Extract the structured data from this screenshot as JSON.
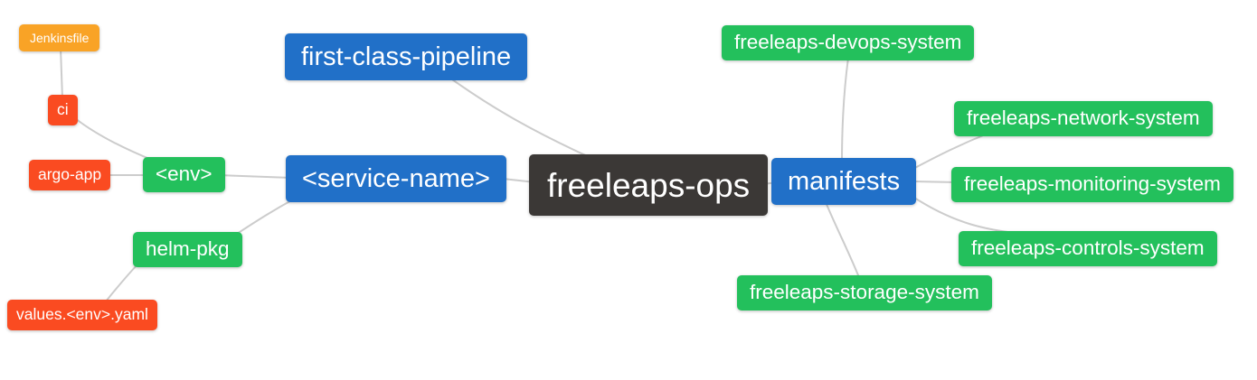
{
  "palette": {
    "canvas-bg": "#ffffff",
    "root-bg": "#3b3836",
    "level1-bg": "#2170c8",
    "level2-bg": "#23c05c",
    "level3-bg": "#fa4b21",
    "level4-bg": "#f9a326",
    "edge": "#cccccc",
    "text": "#ffffff"
  },
  "diagram": {
    "type": "mindmap",
    "root_label": "freeleaps-ops",
    "nodes": {
      "freeleaps_ops": {
        "label": "freeleaps-ops",
        "level": "root"
      },
      "first_class_pipeline": {
        "label": "first-class-pipeline",
        "level": "1"
      },
      "service_name": {
        "label": "<service-name>",
        "level": "1"
      },
      "manifests": {
        "label": "manifests",
        "level": "1"
      },
      "env": {
        "label": "<env>",
        "level": "2"
      },
      "helm_pkg": {
        "label": "helm-pkg",
        "level": "2"
      },
      "ci": {
        "label": "ci",
        "level": "3"
      },
      "argo_app": {
        "label": "argo-app",
        "level": "3"
      },
      "values_env_yaml": {
        "label": "values.<env>.yaml",
        "level": "3"
      },
      "jenkinsfile": {
        "label": "Jenkinsfile",
        "level": "4"
      },
      "devops_system": {
        "label": "freeleaps-devops-system",
        "level": "2"
      },
      "network_system": {
        "label": "freeleaps-network-system",
        "level": "2"
      },
      "monitoring_system": {
        "label": "freeleaps-monitoring-system",
        "level": "2"
      },
      "controls_system": {
        "label": "freeleaps-controls-system",
        "level": "2"
      },
      "storage_system": {
        "label": "freeleaps-storage-system",
        "level": "2"
      }
    },
    "edges": [
      [
        "jenkinsfile",
        "ci"
      ],
      [
        "ci",
        "env"
      ],
      [
        "argo_app",
        "env"
      ],
      [
        "env",
        "service_name"
      ],
      [
        "helm_pkg",
        "service_name"
      ],
      [
        "values_env_yaml",
        "helm_pkg"
      ],
      [
        "first_class_pipeline",
        "freeleaps_ops"
      ],
      [
        "service_name",
        "freeleaps_ops"
      ],
      [
        "freeleaps_ops",
        "manifests"
      ],
      [
        "manifests",
        "devops_system"
      ],
      [
        "manifests",
        "network_system"
      ],
      [
        "manifests",
        "monitoring_system"
      ],
      [
        "manifests",
        "controls_system"
      ],
      [
        "manifests",
        "storage_system"
      ]
    ]
  }
}
